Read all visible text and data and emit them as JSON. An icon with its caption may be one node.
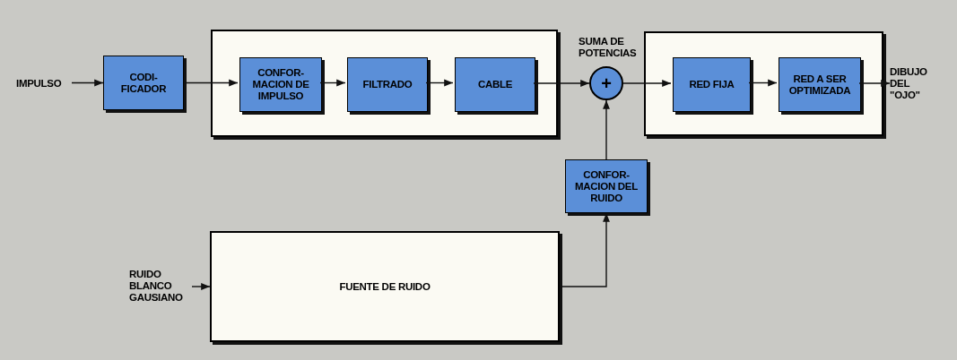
{
  "diagram": {
    "nodes": [
      {
        "text": [
          "IMPULSO"
        ]
      },
      {
        "text": [
          "CODI- FICADOR"
        ]
      },
      {
        "text": [],
        "shape": "box"
      },
      {
        "text": [
          "CONFOR- MACION DE IMPULSO"
        ],
        "in": 2
      },
      {
        "text": [
          "FILTRADO"
        ],
        "in": 2
      },
      {
        "text": [
          "CABLE"
        ],
        "in": 2
      },
      {
        "text": [
          "+"
        ],
        "beside": [
          "SUMA DE POTENCIAS"
        ]
      },
      {
        "text": [],
        "shape": "box"
      },
      {
        "text": [
          "RED FIJA"
        ],
        "in": 7
      },
      {
        "text": [
          "RED A SER OPTIMIZADA"
        ],
        "in": 7
      },
      {
        "text": [
          "DIBUJO DEL \"OJO\""
        ]
      },
      {
        "text": [
          "CONFOR- MACION DEL RUIDO"
        ]
      },
      {
        "text": [
          "FUENTE DE RUIDO"
        ]
      },
      {
        "text": [
          "RUIDO BLANCO GAUSIANO"
        ]
      }
    ],
    "edges": [
      {
        "from": 0,
        "to": 1,
        "arrow": "to"
      },
      {
        "from": 1,
        "to": 3,
        "arrow": "to"
      },
      {
        "from": 3,
        "to": 4,
        "arrow": "to"
      },
      {
        "from": 4,
        "to": 5,
        "arrow": "to"
      },
      {
        "from": 5,
        "to": 6,
        "arrow": "to"
      },
      {
        "from": 6,
        "to": 8,
        "arrow": "to"
      },
      {
        "from": 8,
        "to": 9,
        "arrow": "to"
      },
      {
        "from": 9,
        "to": 10,
        "arrow": "to"
      },
      {
        "from": 13,
        "to": 12,
        "arrow": "to"
      },
      {
        "from": 12,
        "to": 11,
        "arrow": "to"
      },
      {
        "from": 11,
        "to": 6,
        "arrow": "to"
      }
    ]
  }
}
